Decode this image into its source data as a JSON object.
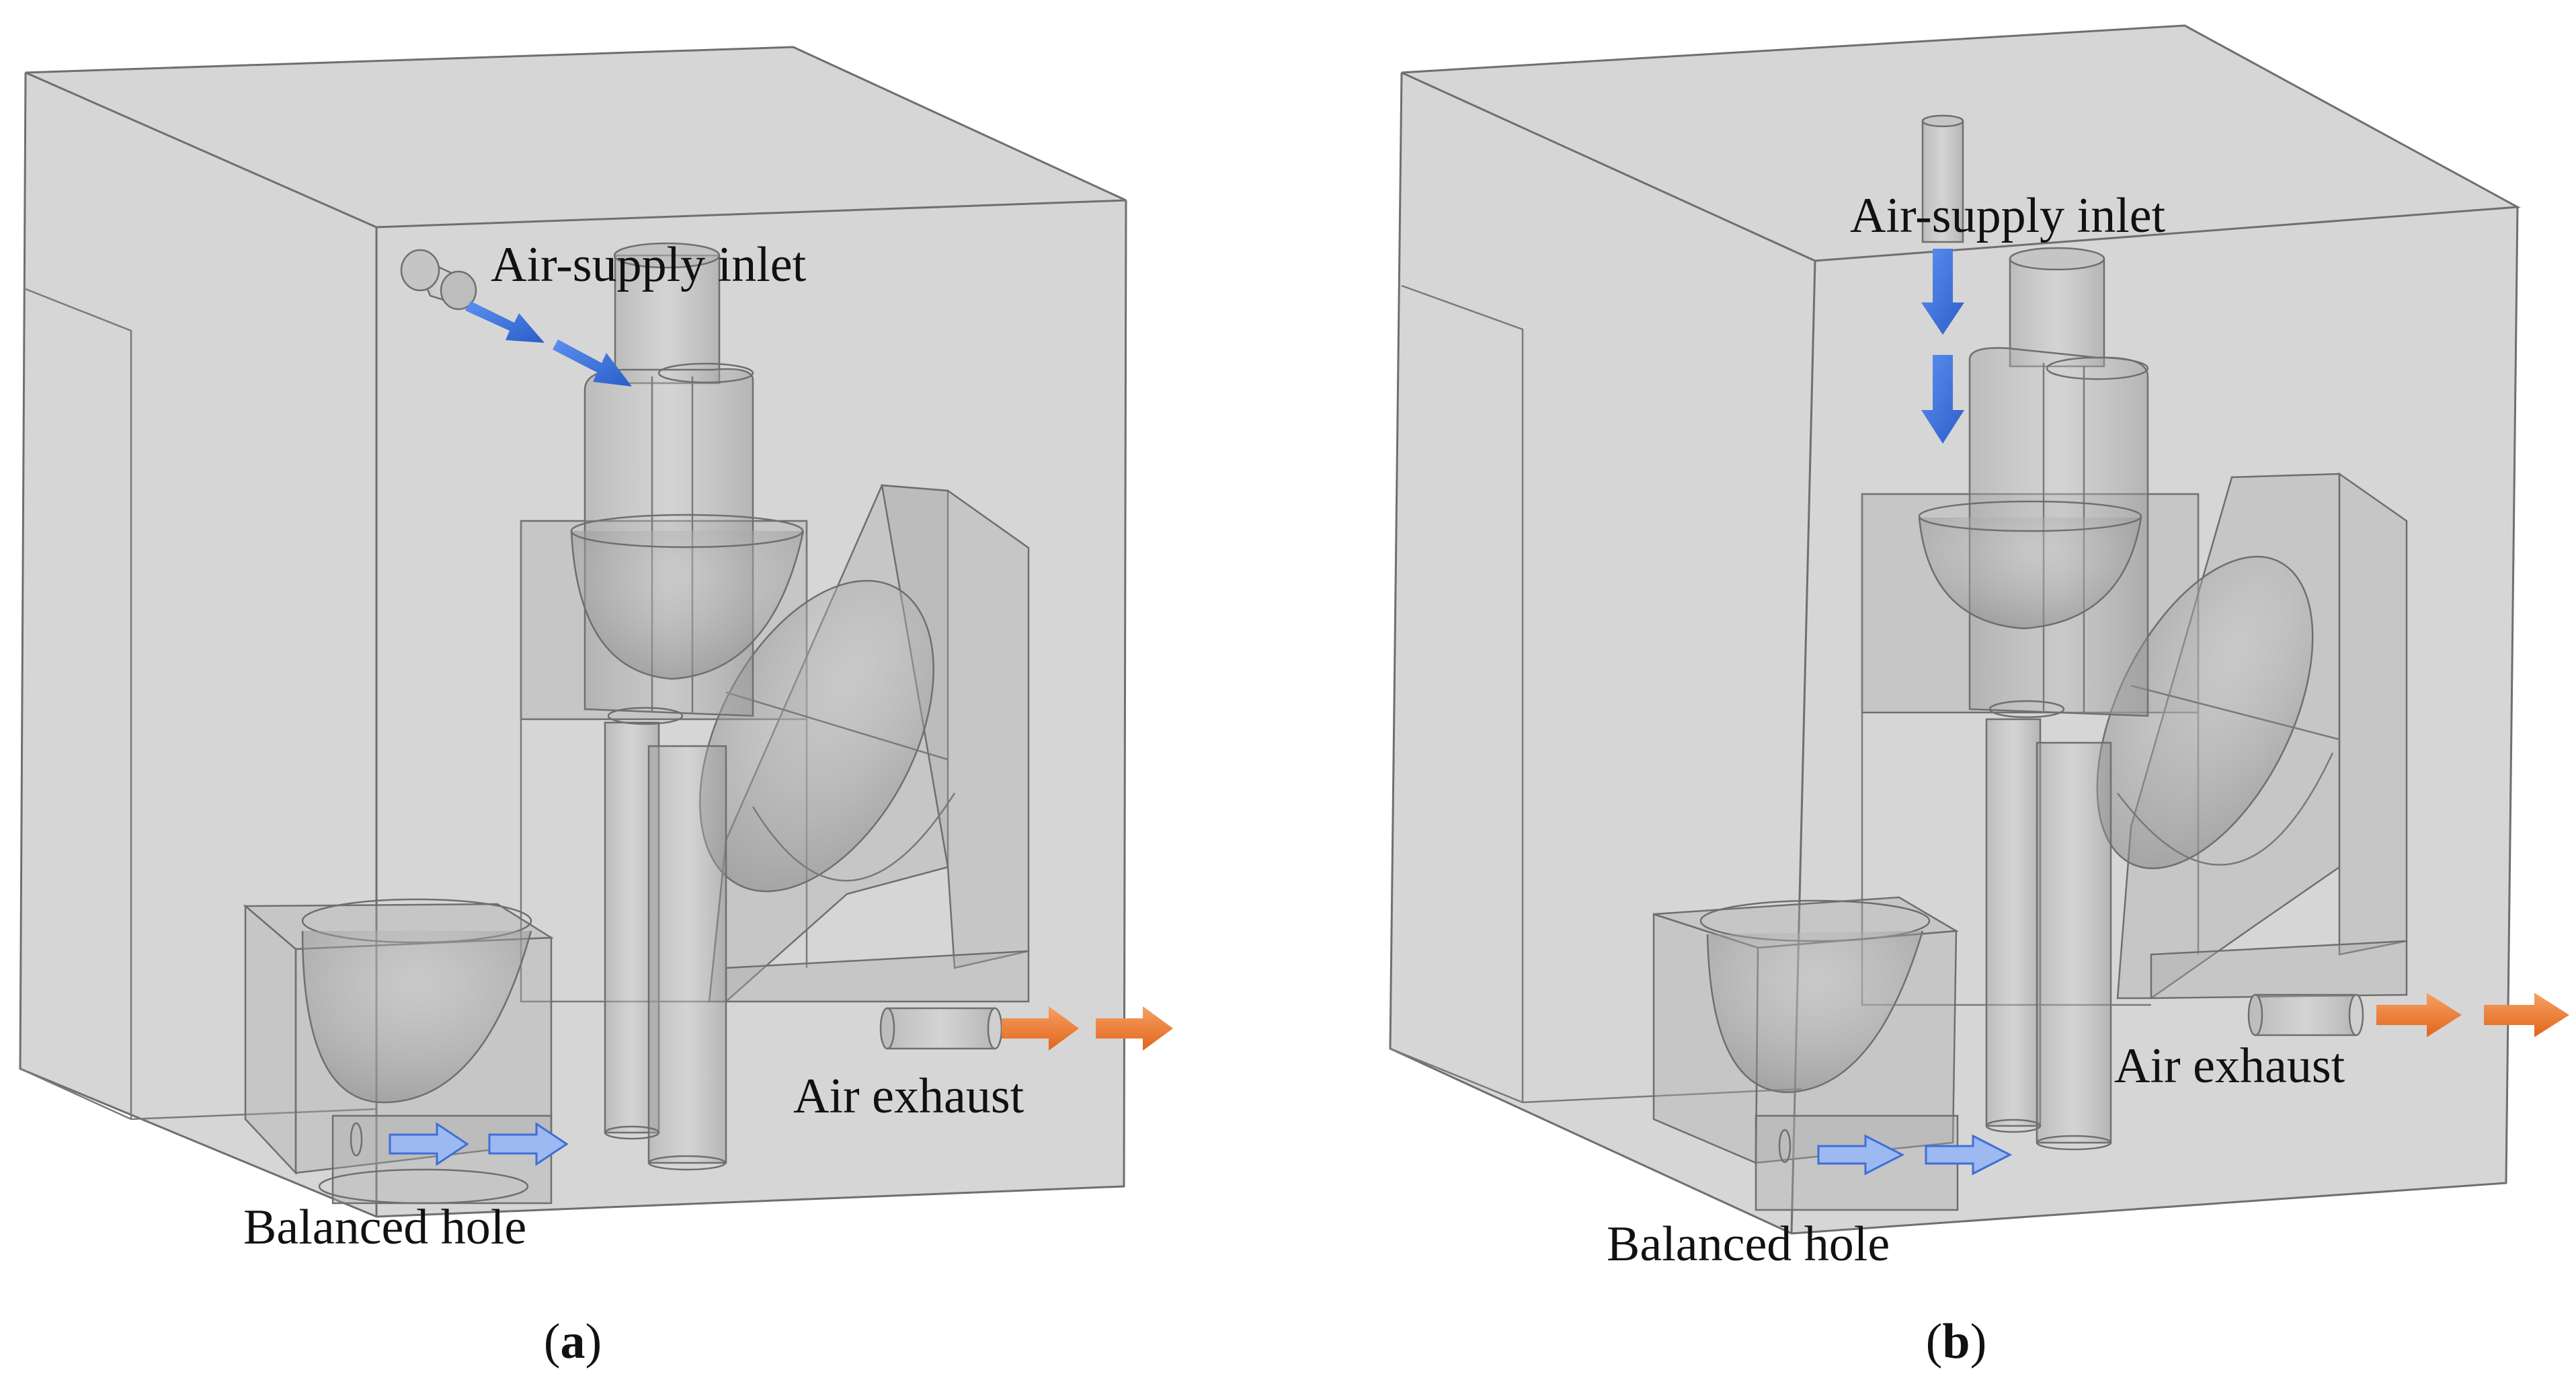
{
  "panels": [
    {
      "caption_open": "(",
      "caption_letter": "a",
      "caption_close": ")",
      "labels": {
        "inlet": "Air-supply inlet",
        "exhaust": "Air exhaust",
        "hole": "Balanced hole"
      }
    },
    {
      "caption_open": "(",
      "caption_letter": "b",
      "caption_close": ")",
      "labels": {
        "inlet": "Air-supply inlet",
        "exhaust": "Air exhaust",
        "hole": "Balanced hole"
      }
    }
  ],
  "colors": {
    "supply_arrow": "#3f74d9",
    "exhaust_arrow": "#ee7a2a",
    "hole_arrow": "#7aa2ee",
    "box": "#b7b7b7",
    "edge": "#6f6f6f"
  }
}
